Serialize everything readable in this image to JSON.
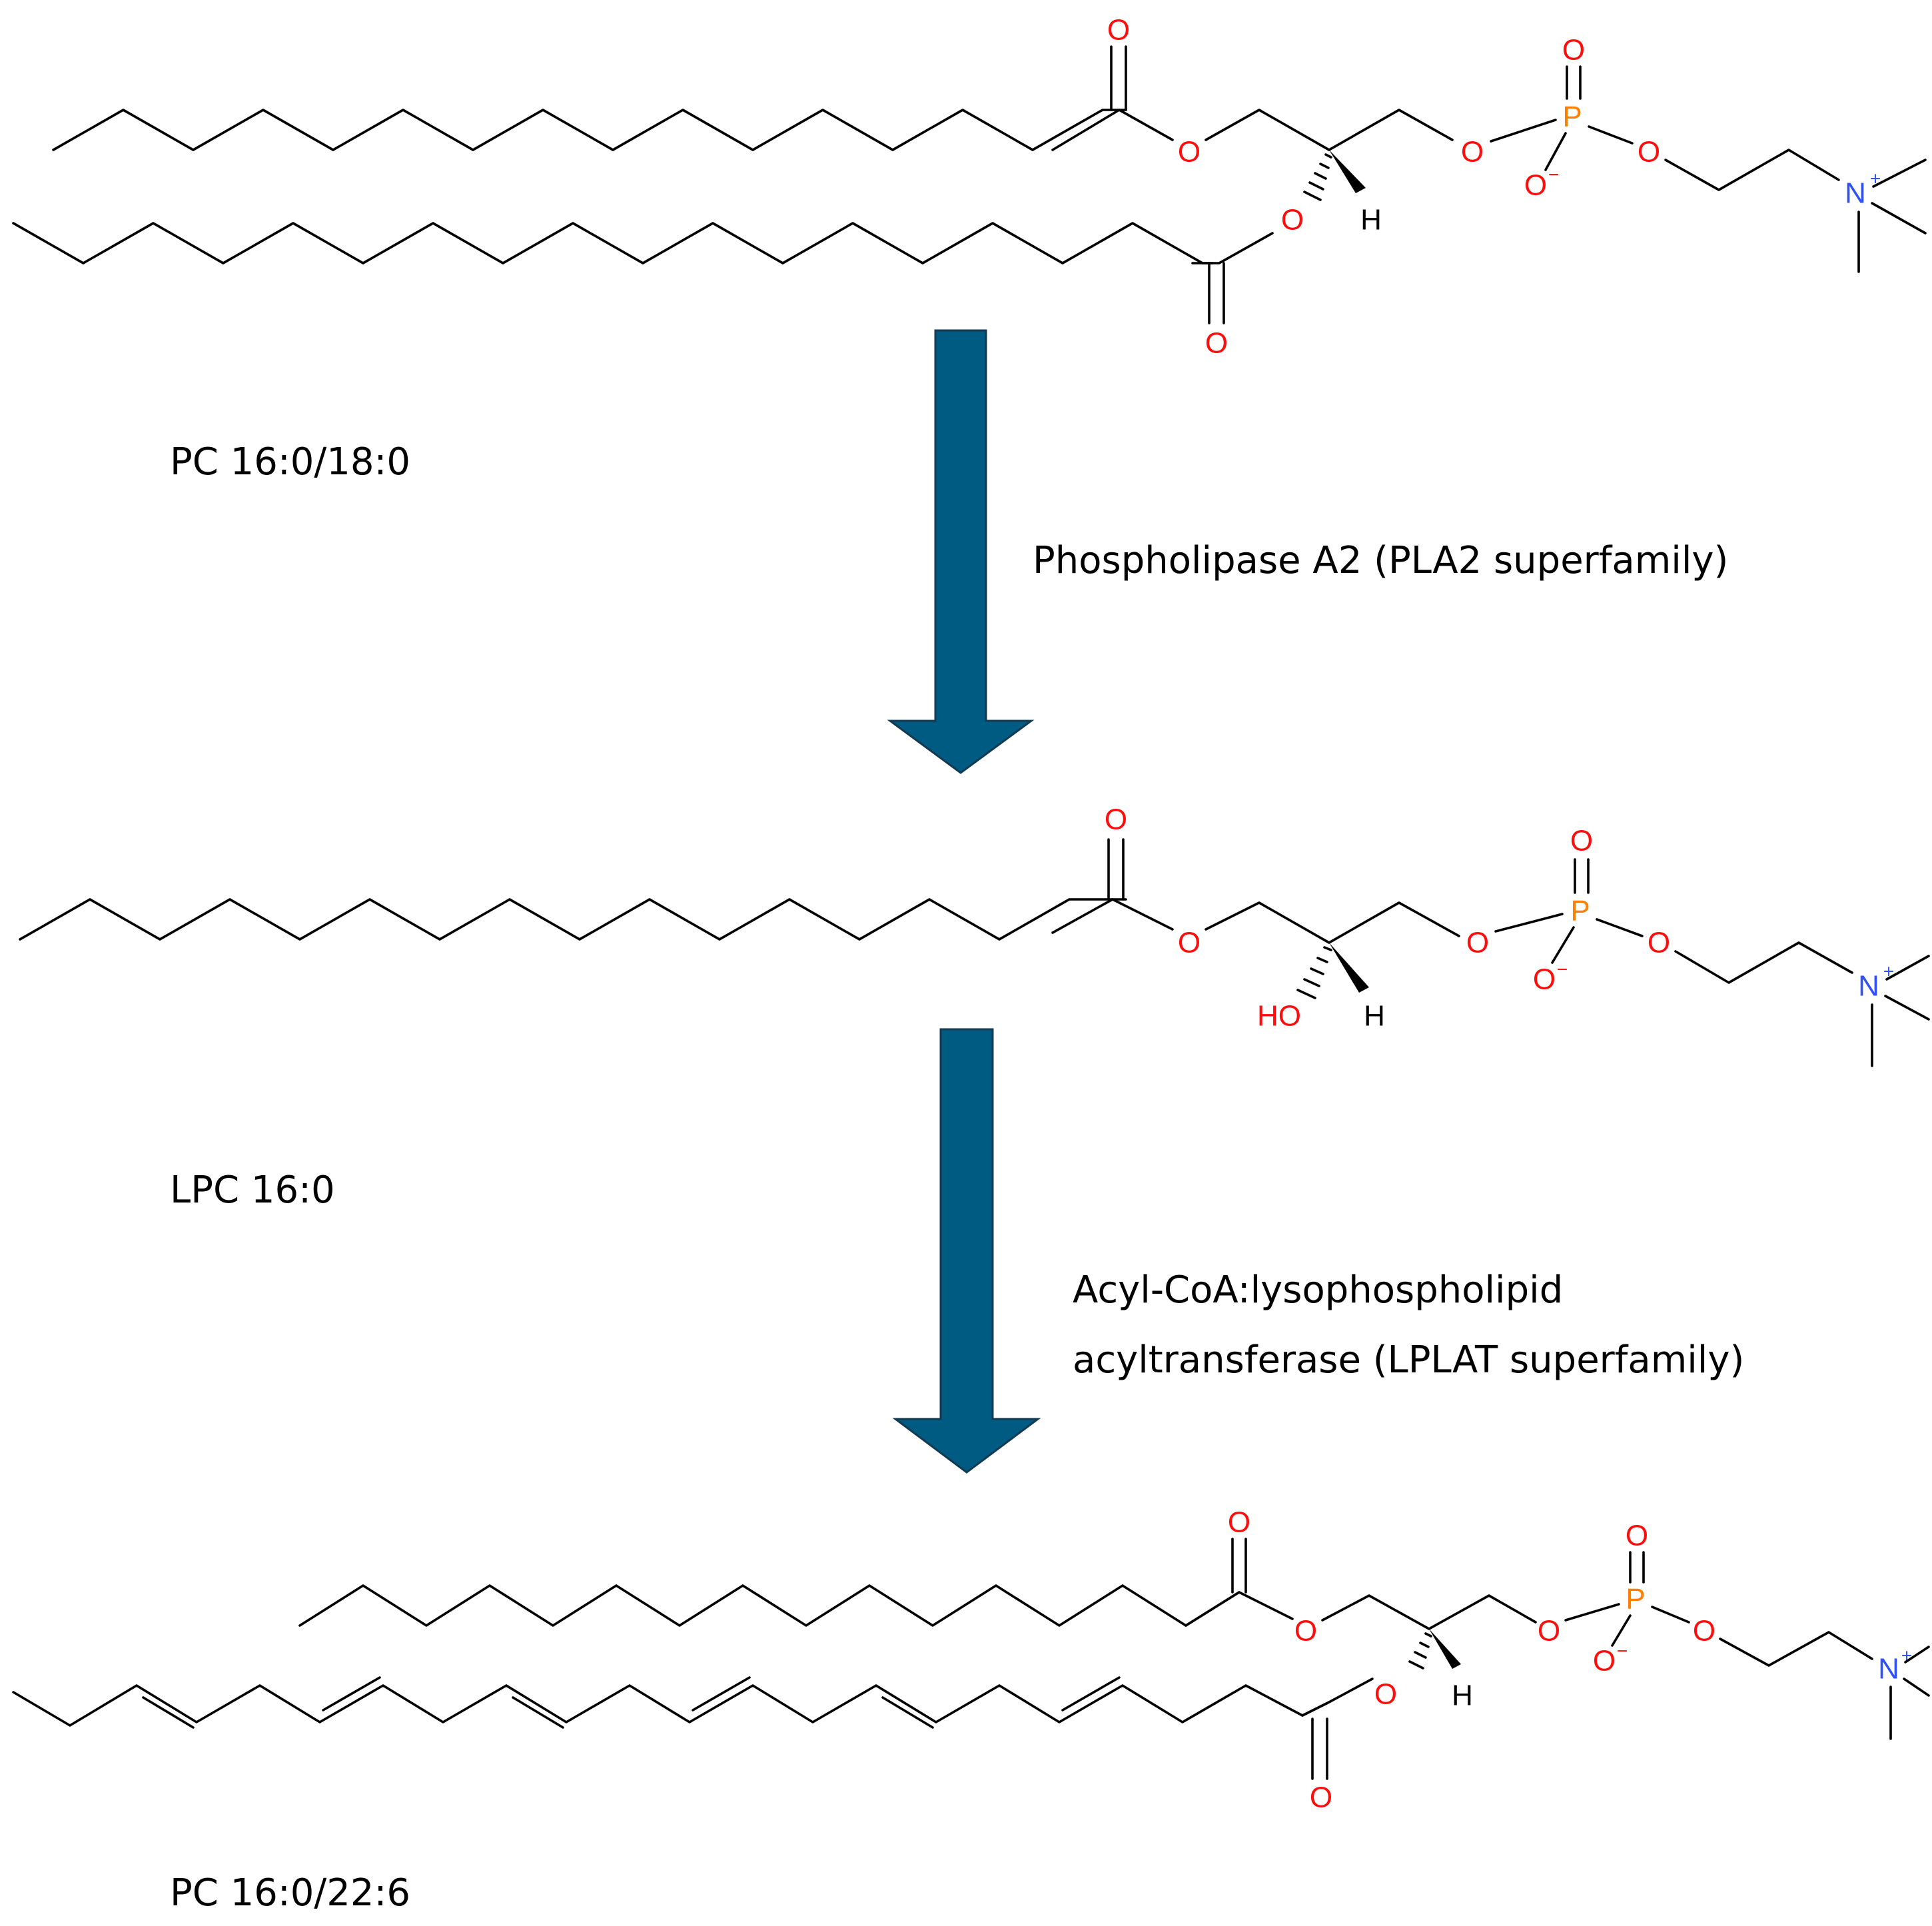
{
  "colors": {
    "oxygen": "#ff0d0d",
    "phosphorus": "#ff8000",
    "nitrogen": "#3050f8",
    "carbon_bond": "#000000",
    "arrow_fill": "#005b82",
    "arrow_outline": "#123a52"
  },
  "atoms": {
    "oxygen": "O",
    "phosphorus": "P",
    "nitrogen": "N",
    "hydrogen": "H",
    "hydroxyl": "HO",
    "plus": "+",
    "minus": "−"
  },
  "compounds": [
    {
      "label": "PC 16:0/18:0"
    },
    {
      "label": "LPC 16:0"
    },
    {
      "label": "PC 16:0/22:6"
    }
  ],
  "reactions": [
    {
      "enzyme_lines": [
        "Phospholipase A2 (PLA2 superfamily)"
      ]
    },
    {
      "enzyme_lines": [
        "Acyl-CoA:lysophospholipid",
        "acyltransferase (LPLAT superfamily)"
      ]
    }
  ]
}
